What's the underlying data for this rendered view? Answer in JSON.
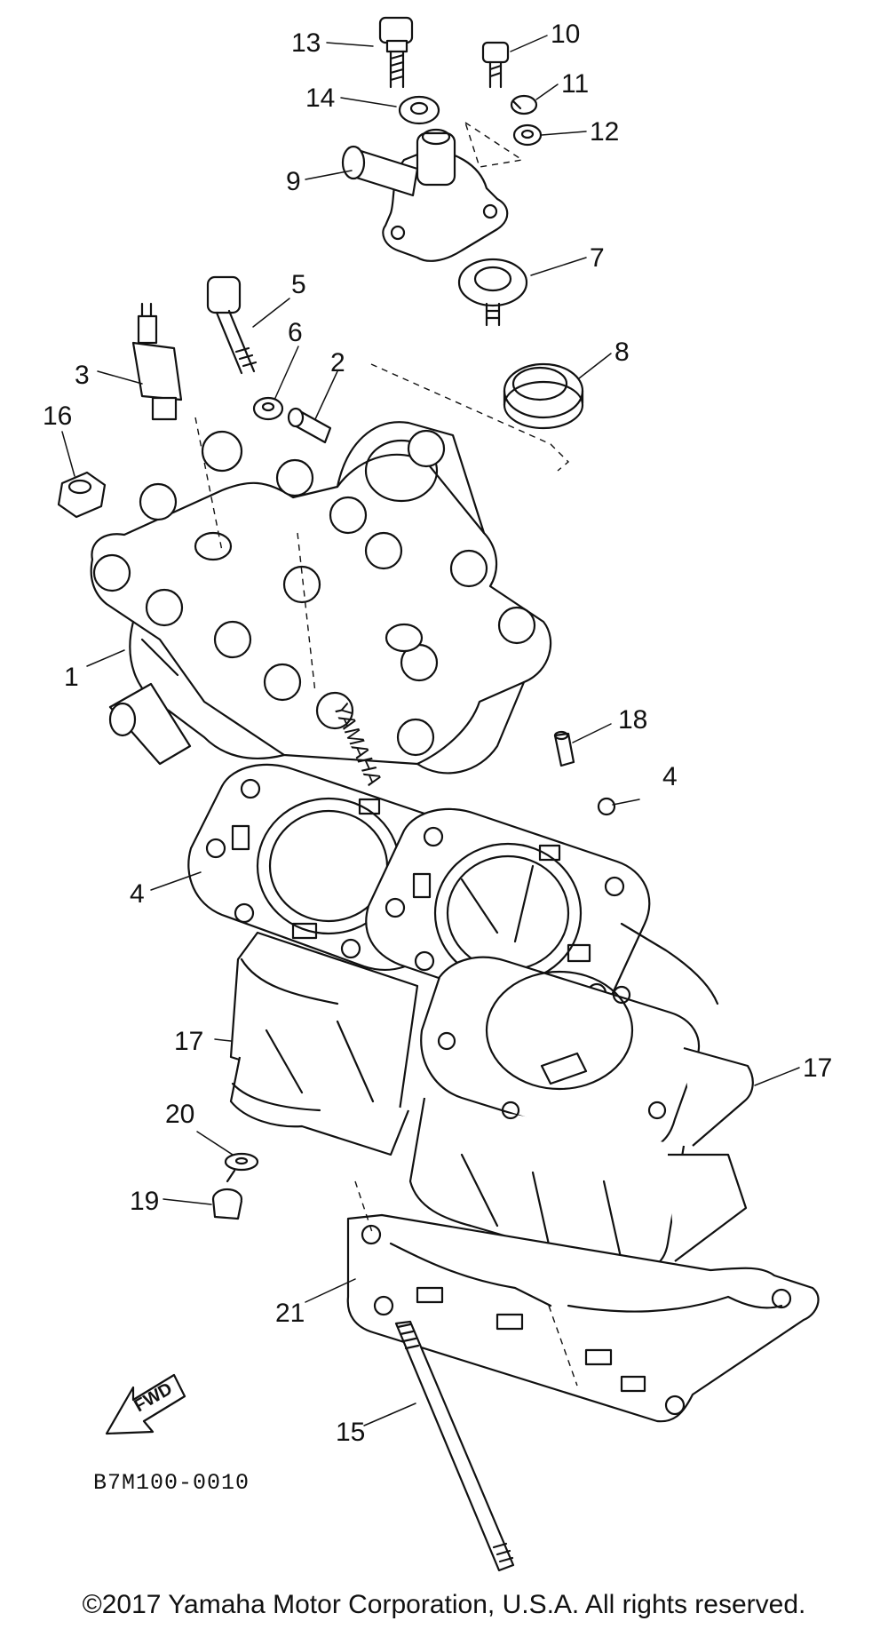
{
  "diagram": {
    "callouts": [
      "1",
      "2",
      "3",
      "4",
      "4",
      "5",
      "6",
      "7",
      "8",
      "9",
      "10",
      "11",
      "12",
      "13",
      "14",
      "15",
      "16",
      "17",
      "17",
      "18",
      "19",
      "20",
      "21"
    ],
    "head_marking": "YAMAHA",
    "fwd_label": "FWD",
    "drawing_code": "B7M100-0010"
  },
  "footer": {
    "copyright": "©2017 Yamaha Motor Corporation, U.S.A. All rights reserved."
  }
}
